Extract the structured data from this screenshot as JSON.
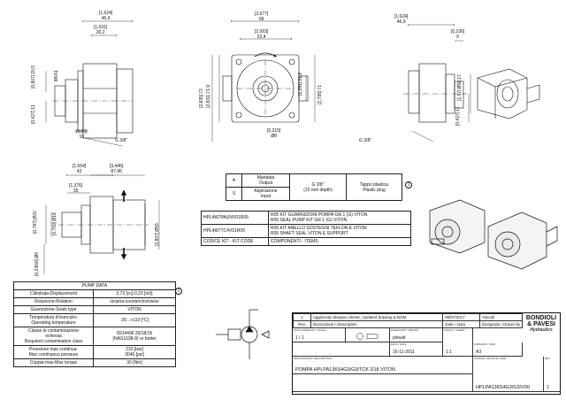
{
  "dims_front": {
    "top1": [
      "[1,624]",
      "46,9"
    ],
    "top2": [
      "[1,031]",
      "26,2"
    ],
    "left1": [
      "[0,807]",
      "20,5"
    ],
    "thread": "M6X1",
    "left2": [
      "[0,427]",
      "11"
    ],
    "bot1": [
      "[0,63]",
      "16"
    ],
    "port": "G 3/8\""
  },
  "dims_center": {
    "top1": [
      "[2,677]",
      "68"
    ],
    "top2": [
      "[2,063]",
      "52,4"
    ],
    "left1": [
      "[2,835]",
      "72"
    ],
    "left2": [
      "[2,831]",
      "71,9"
    ],
    "right1": [
      "[2,795]",
      "71"
    ],
    "right2": [
      "[1,251]",
      "31,8"
    ],
    "bot": [
      "[0,315]",
      "Ø8"
    ]
  },
  "dims_right": {
    "top1": [
      "[1,624]",
      "46,9"
    ],
    "top2": [
      "[0,236]",
      "6"
    ],
    "right1": [
      "[1,97]",
      "Ø50,17"
    ],
    "right2": [
      "[0,427]",
      "11"
    ],
    "port": "G 3/8\""
  },
  "dims_side": {
    "top1": [
      "[1,654]",
      "42"
    ],
    "top2": [
      "[3,445]",
      "87,45"
    ],
    "top3": [
      "[1,376]",
      "35"
    ],
    "left1": [
      "[0,787]",
      "Ø20"
    ],
    "left2": [
      "[0,709]",
      "Ø18"
    ],
    "left3": [
      "[0,236/6]",
      "Ø6"
    ],
    "right1": [
      "[2,807]",
      "Ø55"
    ]
  },
  "ports_table": {
    "row_a": {
      "letter": "A",
      "name": "Mandata\nOutput",
      "size": "G 3/8\"\n(12 mm depth)",
      "plug": "Tappo plastica\nPlastic plug"
    },
    "row_s": {
      "letter": "S",
      "name": "Aspirazione\nInput"
    },
    "note": "1"
  },
  "kits_table": {
    "rows": [
      {
        "code": "HPL4t67PAUNV01R05",
        "desc": [
          "R05 KIT GUARNIZIONI POMPA GR.1 (G) VITON",
          "R05 SEAL PUMP KIT GR.1 (G) VITON"
        ]
      },
      {
        "code": "HPL4t67TC4V01R05",
        "desc": [
          "R05 KIT ANELLO SOSTEGNI TEFLON E VITON",
          "R05 SHAFT SEAL VITON E SUPPORT"
        ]
      },
      {
        "code": "CODICE KIT - KIT CODE",
        "desc": [
          "COMPONENTI - ITEMS"
        ]
      }
    ]
  },
  "pump_table": {
    "title": "PUMP DATA",
    "note": "1",
    "rows": [
      {
        "k": "Cilindrata-Displacement",
        "v": "3,73 [cc]-0,23 [in3]"
      },
      {
        "k": "Rotazione-Rotation",
        "v": "sinistra-counterclockwise"
      },
      {
        "k": "Guarnizione-Seals type",
        "v": "VITON"
      },
      {
        "k": "Temperatura d'esercizio-\nOperating temperature",
        "v": "-20...+110 [°C]"
      },
      {
        "k": "Classe di contaminazione\nrichiesta\nRequired contamination class",
        "v": "ISO4406 20/18/15\n(NAS1638-9) or better"
      },
      {
        "k": "Pressione max continua-\nMax continuous pressure",
        "v": "210 [bar]\n3046 [psi]"
      },
      {
        "k": "Coppia max-Max torque",
        "v": "30 [Nm]"
      }
    ]
  },
  "title_block": {
    "rev_row": {
      "num": "1",
      "desc": "Aggiornato disegno cliente, Updated drawing & BOM",
      "date": "06/07/2017",
      "by": "Viscolli"
    },
    "rev_head": {
      "num": "Rev.",
      "desc": "Descrizione / Description",
      "date": "Date / Data",
      "by": "Disegnato / Drawn by"
    },
    "scale_cap": "SCALA DISEGNO / SCALE",
    "scale_val": "1 / 1",
    "drawn_cap": "DISEGNATO / DRAWN",
    "drawn_val": "plesati",
    "date_cap": "DATA / DATE",
    "date_val": "16-11-2011",
    "sheet_cap": "FOGLIO / SHEET",
    "sheet_val": "1:1",
    "format_cap": "FORMATO / SIZE",
    "format_val": "A3",
    "desc_cap": "DESCRIZIONE / DESCRIPTION",
    "desc_val": "POMPA HPLPA136S4G3/G3/TCK D18 VITON",
    "code_cap": "CODICE / ARTICLE CODE",
    "code_val": "HPLPA136S4G3/G3/V00",
    "rev_cap": "REV.",
    "rev_val": "1",
    "brand1": "BONDIOLI",
    "brand2": "& PAVESI",
    "brand3": "Hydraulics"
  }
}
